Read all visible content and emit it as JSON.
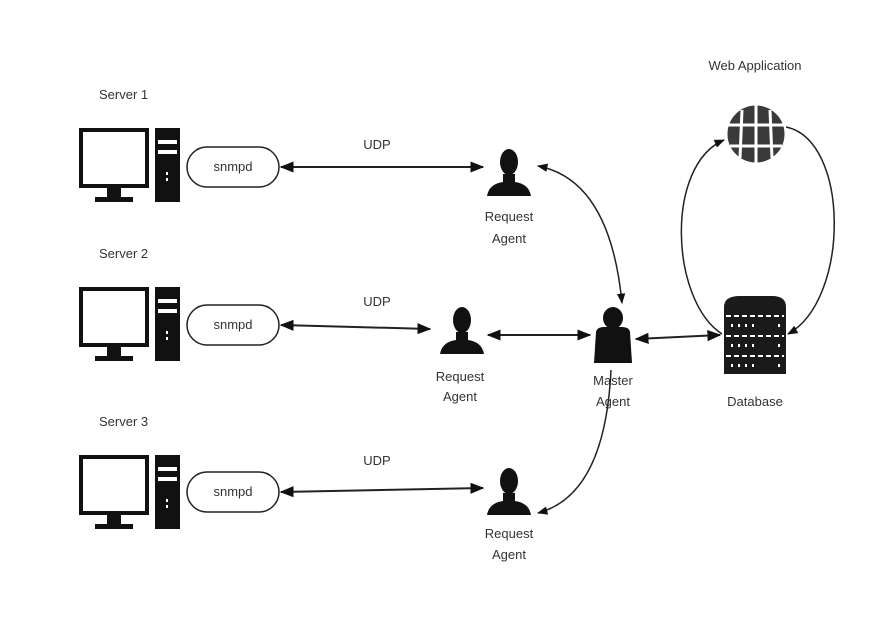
{
  "diagram": {
    "servers": [
      {
        "label": "Server 1",
        "daemon": "snmpd",
        "protocol": "UDP"
      },
      {
        "label": "Server 2",
        "daemon": "snmpd",
        "protocol": "UDP"
      },
      {
        "label": "Server 3",
        "daemon": "snmpd",
        "protocol": "UDP"
      }
    ],
    "request_agents": [
      {
        "line1": "Request",
        "line2": "Agent"
      },
      {
        "line1": "Request",
        "line2": "Agent"
      },
      {
        "line1": "Request",
        "line2": "Agent"
      }
    ],
    "master_agent": {
      "line1": "Master",
      "line2": "Agent"
    },
    "web_application": {
      "label": "Web Application"
    },
    "database": {
      "label": "Database"
    }
  }
}
